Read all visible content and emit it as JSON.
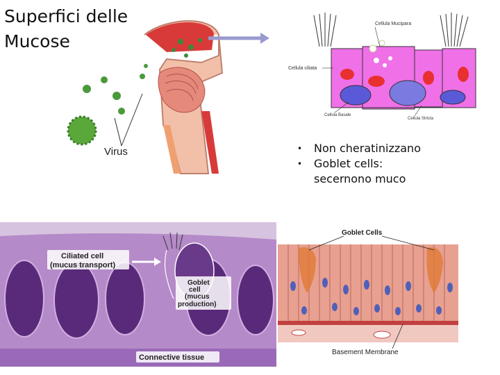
{
  "slide": {
    "title_line1": " Superfici delle",
    "title_line2": "Mucose"
  },
  "bullets": [
    {
      "text": "Non cheratinizzano"
    },
    {
      "text": "Goblet cells:"
    },
    {
      "text": "secernono muco"
    }
  ],
  "fig_head": {
    "virus_label": "Virus"
  },
  "fig_epithelium": {
    "label_goblet": "Cellula Mucipara",
    "label_ciliated": "Cellula ciliata",
    "label_basal": "Cellula Basale",
    "label_stem": "Cellula Stricta"
  },
  "fig_histology": {
    "label_ciliated_1": "Ciliated cell",
    "label_ciliated_2": "(mucus transport)",
    "label_goblet_1": "Goblet",
    "label_goblet_2": "cell",
    "label_goblet_3": "(mucus",
    "label_goblet_4": "production)",
    "label_connective": "Connective tissue"
  },
  "fig_drawing": {
    "label_goblet": "Goblet Cells",
    "label_basement": "Basement Membrane"
  },
  "colors": {
    "mucosa_red": "#d83a3a",
    "cell_pink": "#f070e8",
    "basal_blue": "#5a5ad8",
    "histology_purple": "#8a4aa8",
    "drawing_salmon": "#e8a090"
  }
}
